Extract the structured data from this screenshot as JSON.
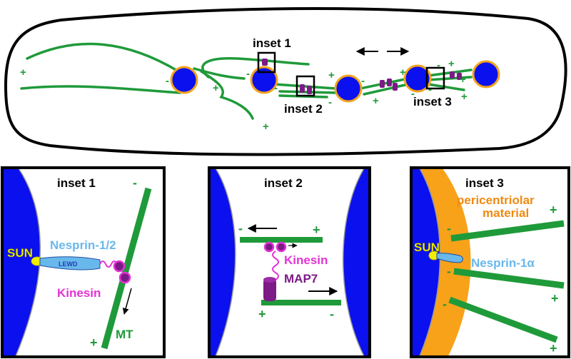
{
  "colors": {
    "microtubule": "#1f9a3a",
    "nucleus": "#0a10ee",
    "nucleus_ring": "#f4a31c",
    "pcm": "#f8a21a",
    "kinesin": "#e532d6",
    "nesprin": "#69b8ec",
    "sun": "#f2f000",
    "map7": "#7c1a86",
    "lewd": "#1f3fb2",
    "plus_minus": "#1f9a3a",
    "outline": "#000000"
  },
  "overview": {
    "inset_labels": [
      "inset 1",
      "inset 2",
      "inset 3"
    ],
    "plus": "+",
    "minus": "-"
  },
  "panel1": {
    "title": "inset 1",
    "sun": "SUN",
    "nesprin": "Nesprin-1/2",
    "lewd": "LEWD",
    "kinesin": "Kinesin",
    "mt": "MT",
    "plus": "+",
    "minus": "-"
  },
  "panel2": {
    "title": "inset 2",
    "kinesin": "Kinesin",
    "map7": "MAP7",
    "plus": "+",
    "minus": "-"
  },
  "panel3": {
    "title": "inset 3",
    "pcm_line1": "pericentriolar",
    "pcm_line2": "material",
    "sun": "SUN",
    "nesprin": "Nesprin-1α",
    "plus": "+",
    "minus": "-"
  }
}
